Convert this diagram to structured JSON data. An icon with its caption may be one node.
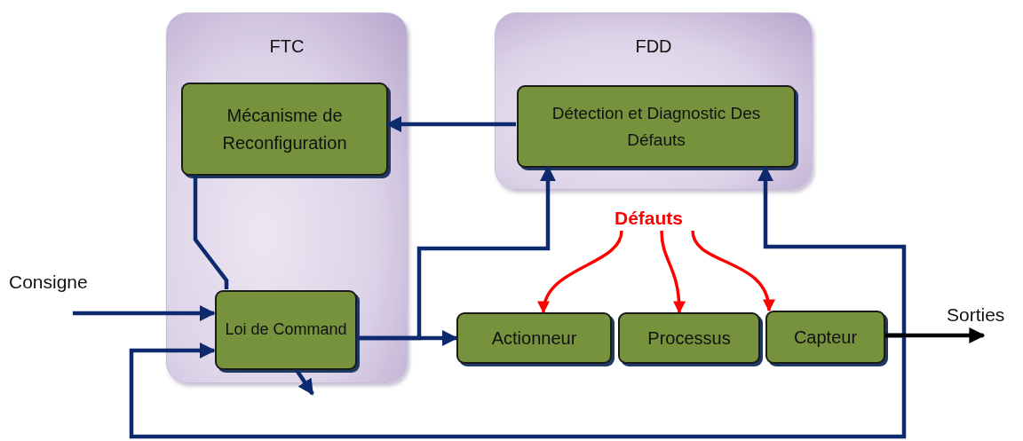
{
  "diagram": {
    "nodes": [
      {
        "text": [
          "FTC"
        ]
      },
      {
        "text": [
          "Mécanisme de Reconfiguration"
        ],
        "in": 0
      },
      {
        "text": [
          "Loi de Command"
        ],
        "in": 0
      },
      {
        "text": [
          "FDD"
        ]
      },
      {
        "text": [
          "Détection et Diagnostic Des Défauts"
        ],
        "in": 3
      },
      {
        "text": [
          "Actionneur"
        ]
      },
      {
        "text": [
          "Processus"
        ]
      },
      {
        "text": [
          "Capteur"
        ]
      },
      {
        "text": [
          "Consigne"
        ]
      },
      {
        "text": [
          "Sorties"
        ]
      },
      {
        "text": [
          "Défauts"
        ]
      }
    ],
    "edges": [
      {
        "from": 4,
        "to": 1,
        "arrow": "to"
      },
      {
        "from": 1,
        "to": 2,
        "arrow": "none"
      },
      {
        "from": 8,
        "to": 2,
        "arrow": "to"
      },
      {
        "from": 2,
        "to": 5,
        "arrow": "to"
      },
      {
        "from": 2,
        "to": 4,
        "arrow": "to"
      },
      {
        "from": 7,
        "to": 4,
        "arrow": "to"
      },
      {
        "from": 7,
        "to": 2,
        "arrow": "to"
      },
      {
        "from": 7,
        "to": 9,
        "arrow": "to",
        "color": "#000000"
      },
      {
        "from": 10,
        "to": 5,
        "arrow": "to",
        "color": "#ff0000"
      },
      {
        "from": 10,
        "to": 6,
        "arrow": "to",
        "color": "#ff0000"
      },
      {
        "from": 10,
        "to": 7,
        "arrow": "to",
        "color": "#ff0000"
      }
    ]
  }
}
